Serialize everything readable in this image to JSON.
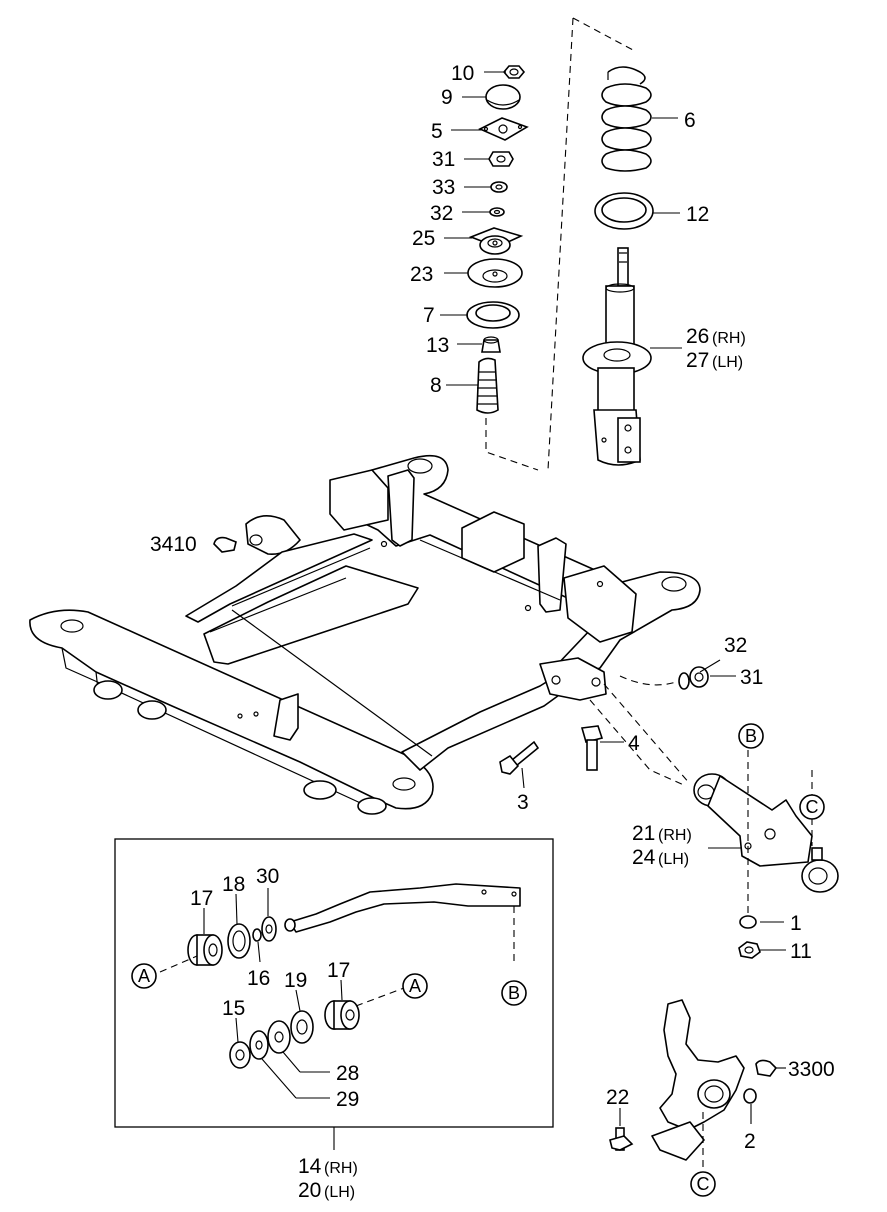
{
  "diagram": {
    "labels": {
      "p10": "10",
      "p9": "9",
      "p5": "5",
      "p31a": "31",
      "p33": "33",
      "p32a": "32",
      "p25": "25",
      "p23": "23",
      "p7": "7",
      "p13": "13",
      "p8": "8",
      "p6": "6",
      "p12": "12",
      "p26": "26",
      "p26s": "(RH)",
      "p27": "27",
      "p27s": "(LH)",
      "p3410": "3410",
      "p32b": "32",
      "p31b": "31",
      "p3": "3",
      "p4": "4",
      "p21": "21",
      "p21s": "(RH)",
      "p24": "24",
      "p24s": "(LH)",
      "p1": "1",
      "p11": "11",
      "p17a": "17",
      "p18": "18",
      "p30": "30",
      "p16": "16",
      "p19": "19",
      "p17b": "17",
      "p15": "15",
      "p28": "28",
      "p29": "29",
      "p14": "14",
      "p14s": "(RH)",
      "p20": "20",
      "p20s": "(LH)",
      "p22": "22",
      "p2": "2",
      "p3300": "3300"
    },
    "callouts": {
      "a_left": "A",
      "a_right": "A",
      "b_top": "B",
      "b_bottom": "B",
      "c_top": "C",
      "c_bottom": "C"
    }
  }
}
